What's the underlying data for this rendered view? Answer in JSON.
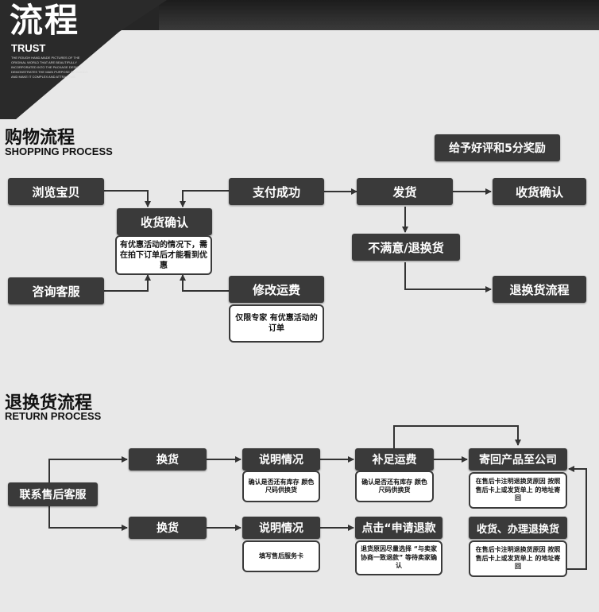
{
  "banner": {
    "title": "流程",
    "subtitle": "TRUST",
    "blurb": "THE ROUGH HAND-MADE PICTURES OF THE ORIGINAL WORLD THAT ARE BEAUTIFULLY INCORPORATED INTO THE PACKAGE DESIGN DEMONSTRATES THE MAIN PURPOSE OF GOODS AND MAKE IT COMPLEX AND ATTRACTIVE."
  },
  "shopping": {
    "title": "购物流程",
    "subtitle": "SHOPPING PROCESS",
    "reward": "给予好评和5分奖励",
    "browse": "浏览宝贝",
    "confirm_receipt": "收货确认",
    "confirm_note": "有优惠活动的情况下，需在拍下订单后才能看到优惠",
    "consult": "咨询客服",
    "pay_success": "支付成功",
    "modify_fee": "修改运费",
    "modify_note": "仅限专家 有优惠活动的订单",
    "ship": "发货",
    "receipt_confirm": "收货确认",
    "unsatisfied": "不满意/退换货",
    "return_flow": "退换货流程"
  },
  "returns": {
    "title": "退换货流程",
    "subtitle": "RETURN PROCESS",
    "contact": "联系售后客服",
    "exchange_top": "换货",
    "exchange_bottom": "换货",
    "explain_top": "说明情况",
    "explain_bottom": "说明情况",
    "note_stock": "确认是否还有库存 颜色尺码供换货",
    "note_card": "填写售后服务卡",
    "pay_shipping": "补足运费",
    "note_stock_2": "确认是否还有库存 颜色尺码供换货",
    "apply_refund": "点击“申请退款",
    "refund_note": "退货原因尽量选择 “与卖家协商一致退款” 等待卖家确认",
    "send_back": "寄回产品至公司",
    "send_back_note": "在售后卡注明退换货原因 按照售后卡上或发货单上 的地址寄回",
    "receive_refund": "收货、办理退换货",
    "receive_note": "在售后卡注明退换货原因 按照售后卡上或发货单上 的地址寄回"
  }
}
